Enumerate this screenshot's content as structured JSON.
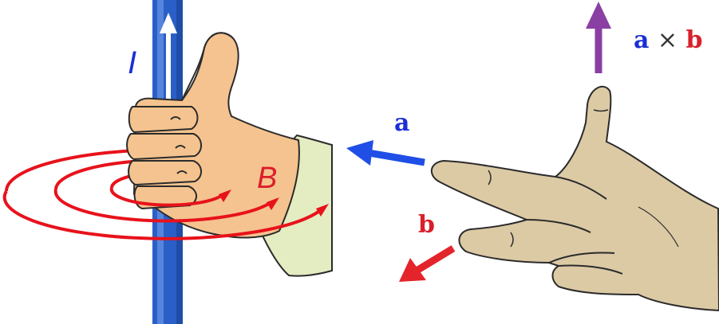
{
  "labels": {
    "current": "I",
    "field": "B",
    "vector_a": "a",
    "vector_b": "b",
    "cross_a": "a",
    "cross_times": "×",
    "cross_b": "b"
  },
  "colors": {
    "wire": "#2a5fc8",
    "current_arrow": "#ffffff",
    "field_lines": "#e8121b",
    "label_blue": "#1b2fd6",
    "label_red": "#d9202a",
    "arrow_a": "#1f4fe6",
    "arrow_b": "#e3242b",
    "arrow_cross": "#8a3fa3",
    "skin_left": "#f5c38f",
    "skin_right": "#dccaa5",
    "sleeve": "#e4ecc2",
    "outline": "#2b2b2b"
  }
}
